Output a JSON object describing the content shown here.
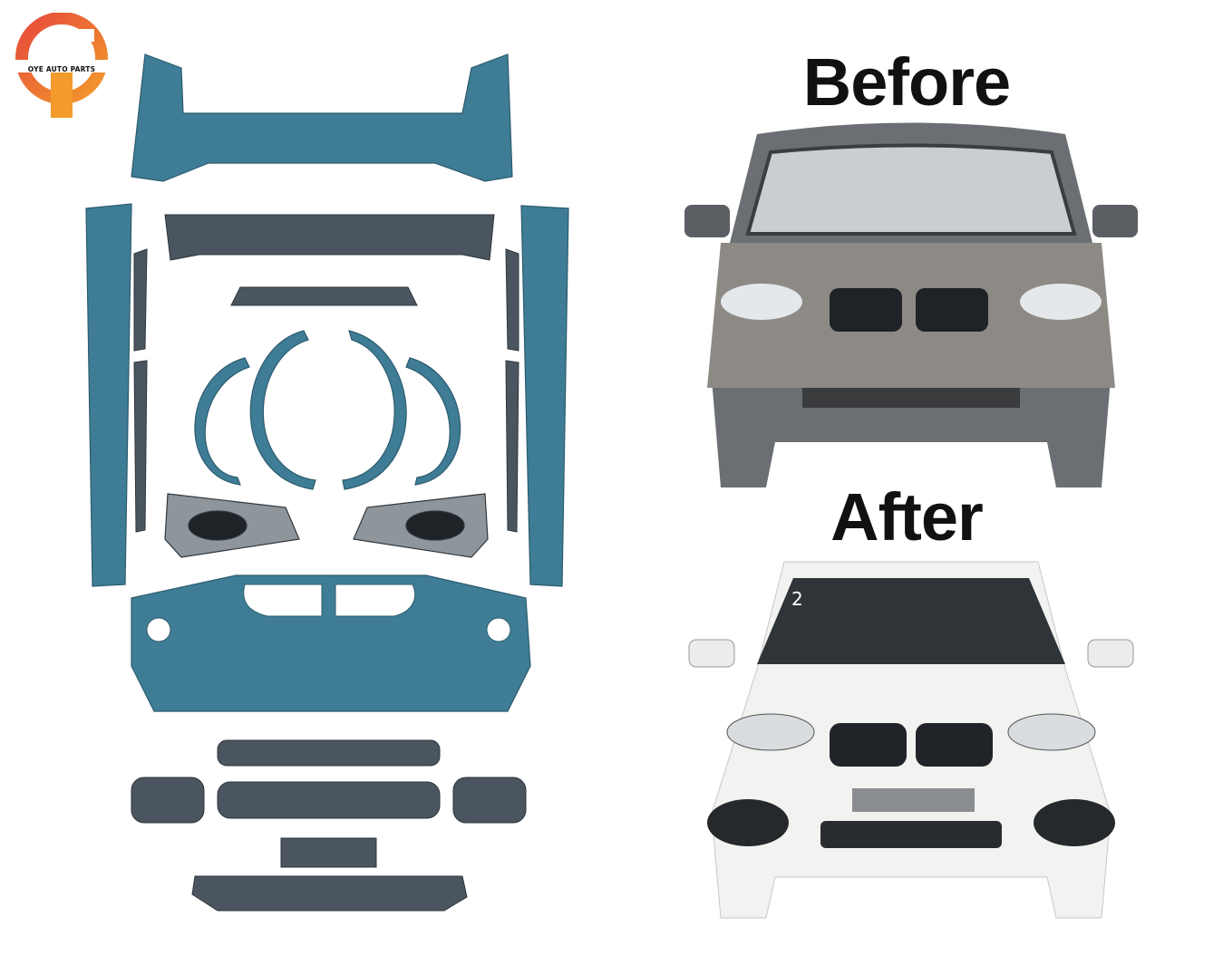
{
  "brand": {
    "logo_text": "OYE AUTO PARTS"
  },
  "labels": {
    "before": "Before",
    "after": "After"
  },
  "after_car": {
    "window_sticker": "2"
  },
  "colors": {
    "primer_blue": "#3f7d96",
    "logo_orange": "#ee7f2c",
    "logo_red": "#e0463a"
  }
}
